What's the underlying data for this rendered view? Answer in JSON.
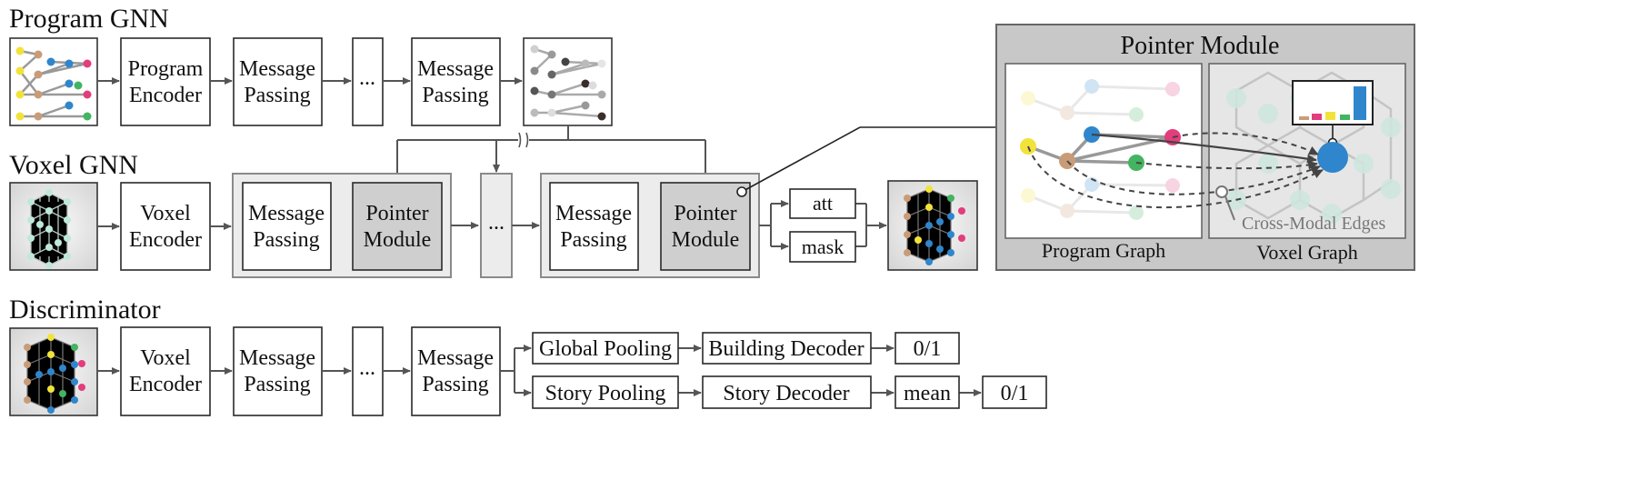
{
  "sections": {
    "program_gnn": "Program GNN",
    "voxel_gnn": "Voxel GNN",
    "discriminator": "Discriminator"
  },
  "program_row": {
    "encoder": [
      "Program",
      "Encoder"
    ],
    "mp1": [
      "Message",
      "Passing"
    ],
    "dots": "...",
    "mp2": [
      "Message",
      "Passing"
    ]
  },
  "voxel_row": {
    "encoder": [
      "Voxel",
      "Encoder"
    ],
    "mp1": [
      "Message",
      "Passing"
    ],
    "pm1": [
      "Pointer",
      "Module"
    ],
    "dots": "...",
    "mp2": [
      "Message",
      "Passing"
    ],
    "pm2": [
      "Pointer",
      "Module"
    ],
    "att": "att",
    "mask": "mask"
  },
  "disc_row": {
    "encoder": [
      "Voxel",
      "Encoder"
    ],
    "mp1": [
      "Message",
      "Passing"
    ],
    "dots": "...",
    "mp2": [
      "Message",
      "Passing"
    ],
    "global_pooling": "Global Pooling",
    "building_decoder": "Building Decoder",
    "out1": "0/1",
    "story_pooling": "Story Pooling",
    "story_decoder": "Story Decoder",
    "mean": "mean",
    "out2": "0/1"
  },
  "pointer_panel": {
    "title": "Pointer Module",
    "program_graph": "Program Graph",
    "voxel_graph": "Voxel Graph",
    "cross_modal": "Cross-Modal Edges"
  },
  "colors": {
    "yellow": "#f2e33b",
    "tan": "#c99c78",
    "blue": "#2f86cc",
    "pink": "#e23d7c",
    "green": "#43b461",
    "mint": "#bfe8d9",
    "box_gray": "#cfcfcf",
    "panel_gray": "#c8c8c8"
  }
}
